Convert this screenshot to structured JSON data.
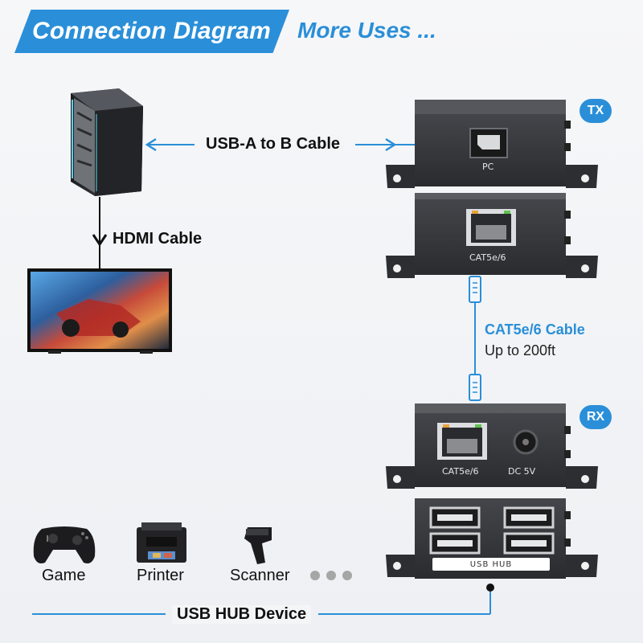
{
  "header": {
    "tab_label": "Connection Diagram",
    "more_label": "More Uses ..."
  },
  "cables": {
    "usb": "USB-A to B Cable",
    "hdmi": "HDMI Cable",
    "cat_title": "CAT5e/6 Cable",
    "cat_range": "Up to 200ft"
  },
  "tx": {
    "badge": "TX",
    "port_pc": "PC",
    "port_cat": "CAT5e/6"
  },
  "rx": {
    "badge": "RX",
    "port_cat": "CAT5e/6",
    "port_dc": "DC 5V",
    "hub_label": "USB HUB"
  },
  "devices": {
    "items": [
      {
        "label": "Game",
        "icon": "gamepad-icon"
      },
      {
        "label": "Printer",
        "icon": "printer-icon"
      },
      {
        "label": "Scanner",
        "icon": "scanner-icon"
      }
    ],
    "footer": "USB HUB Device"
  },
  "colors": {
    "accent": "#2a8fd8",
    "device_body": "#3a3c40"
  }
}
